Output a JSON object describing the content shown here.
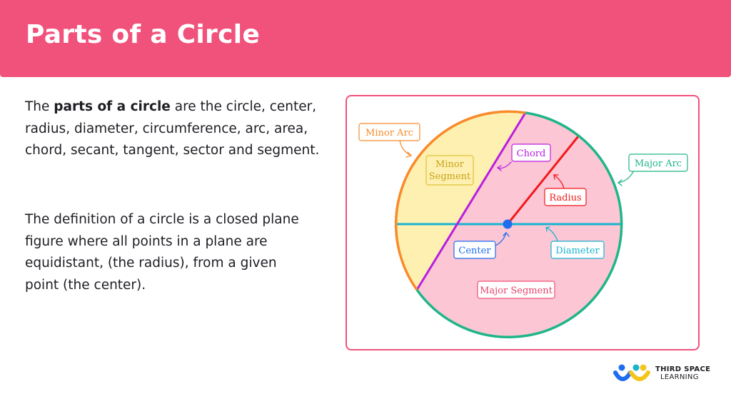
{
  "header": {
    "title": "Parts of a Circle"
  },
  "body": {
    "p1_before": "The ",
    "p1_bold": "parts of a circle",
    "p1_after": " are the circle, center, radius, diameter, circumference, arc, area, chord, secant, tangent, sector and segment.",
    "p2": "The definition of a circle is a closed plane figure where all points in a plane are equidistant, (the radius), from a given point (the center)."
  },
  "diagram": {
    "labels": {
      "minor_arc": "Minor Arc",
      "minor_segment_1": "Minor",
      "minor_segment_2": "Segment",
      "chord": "Chord",
      "major_arc": "Major Arc",
      "radius": "Radius",
      "center": "Center",
      "diameter": "Diameter",
      "major_segment": "Major Segment"
    },
    "colors": {
      "major_arc": "#1fb589",
      "minor_arc": "#f98a2a",
      "chord": "#b91ee0",
      "radius": "#f11a1a",
      "diameter": "#19b3cf",
      "center": "#1f6ef0",
      "major_segment_fill": "#fcc6d5",
      "minor_segment_fill": "#fdf0b0",
      "frame": "#f1527b"
    }
  },
  "logo": {
    "line1": "THIRD SPACE",
    "line2": "LEARNING"
  }
}
